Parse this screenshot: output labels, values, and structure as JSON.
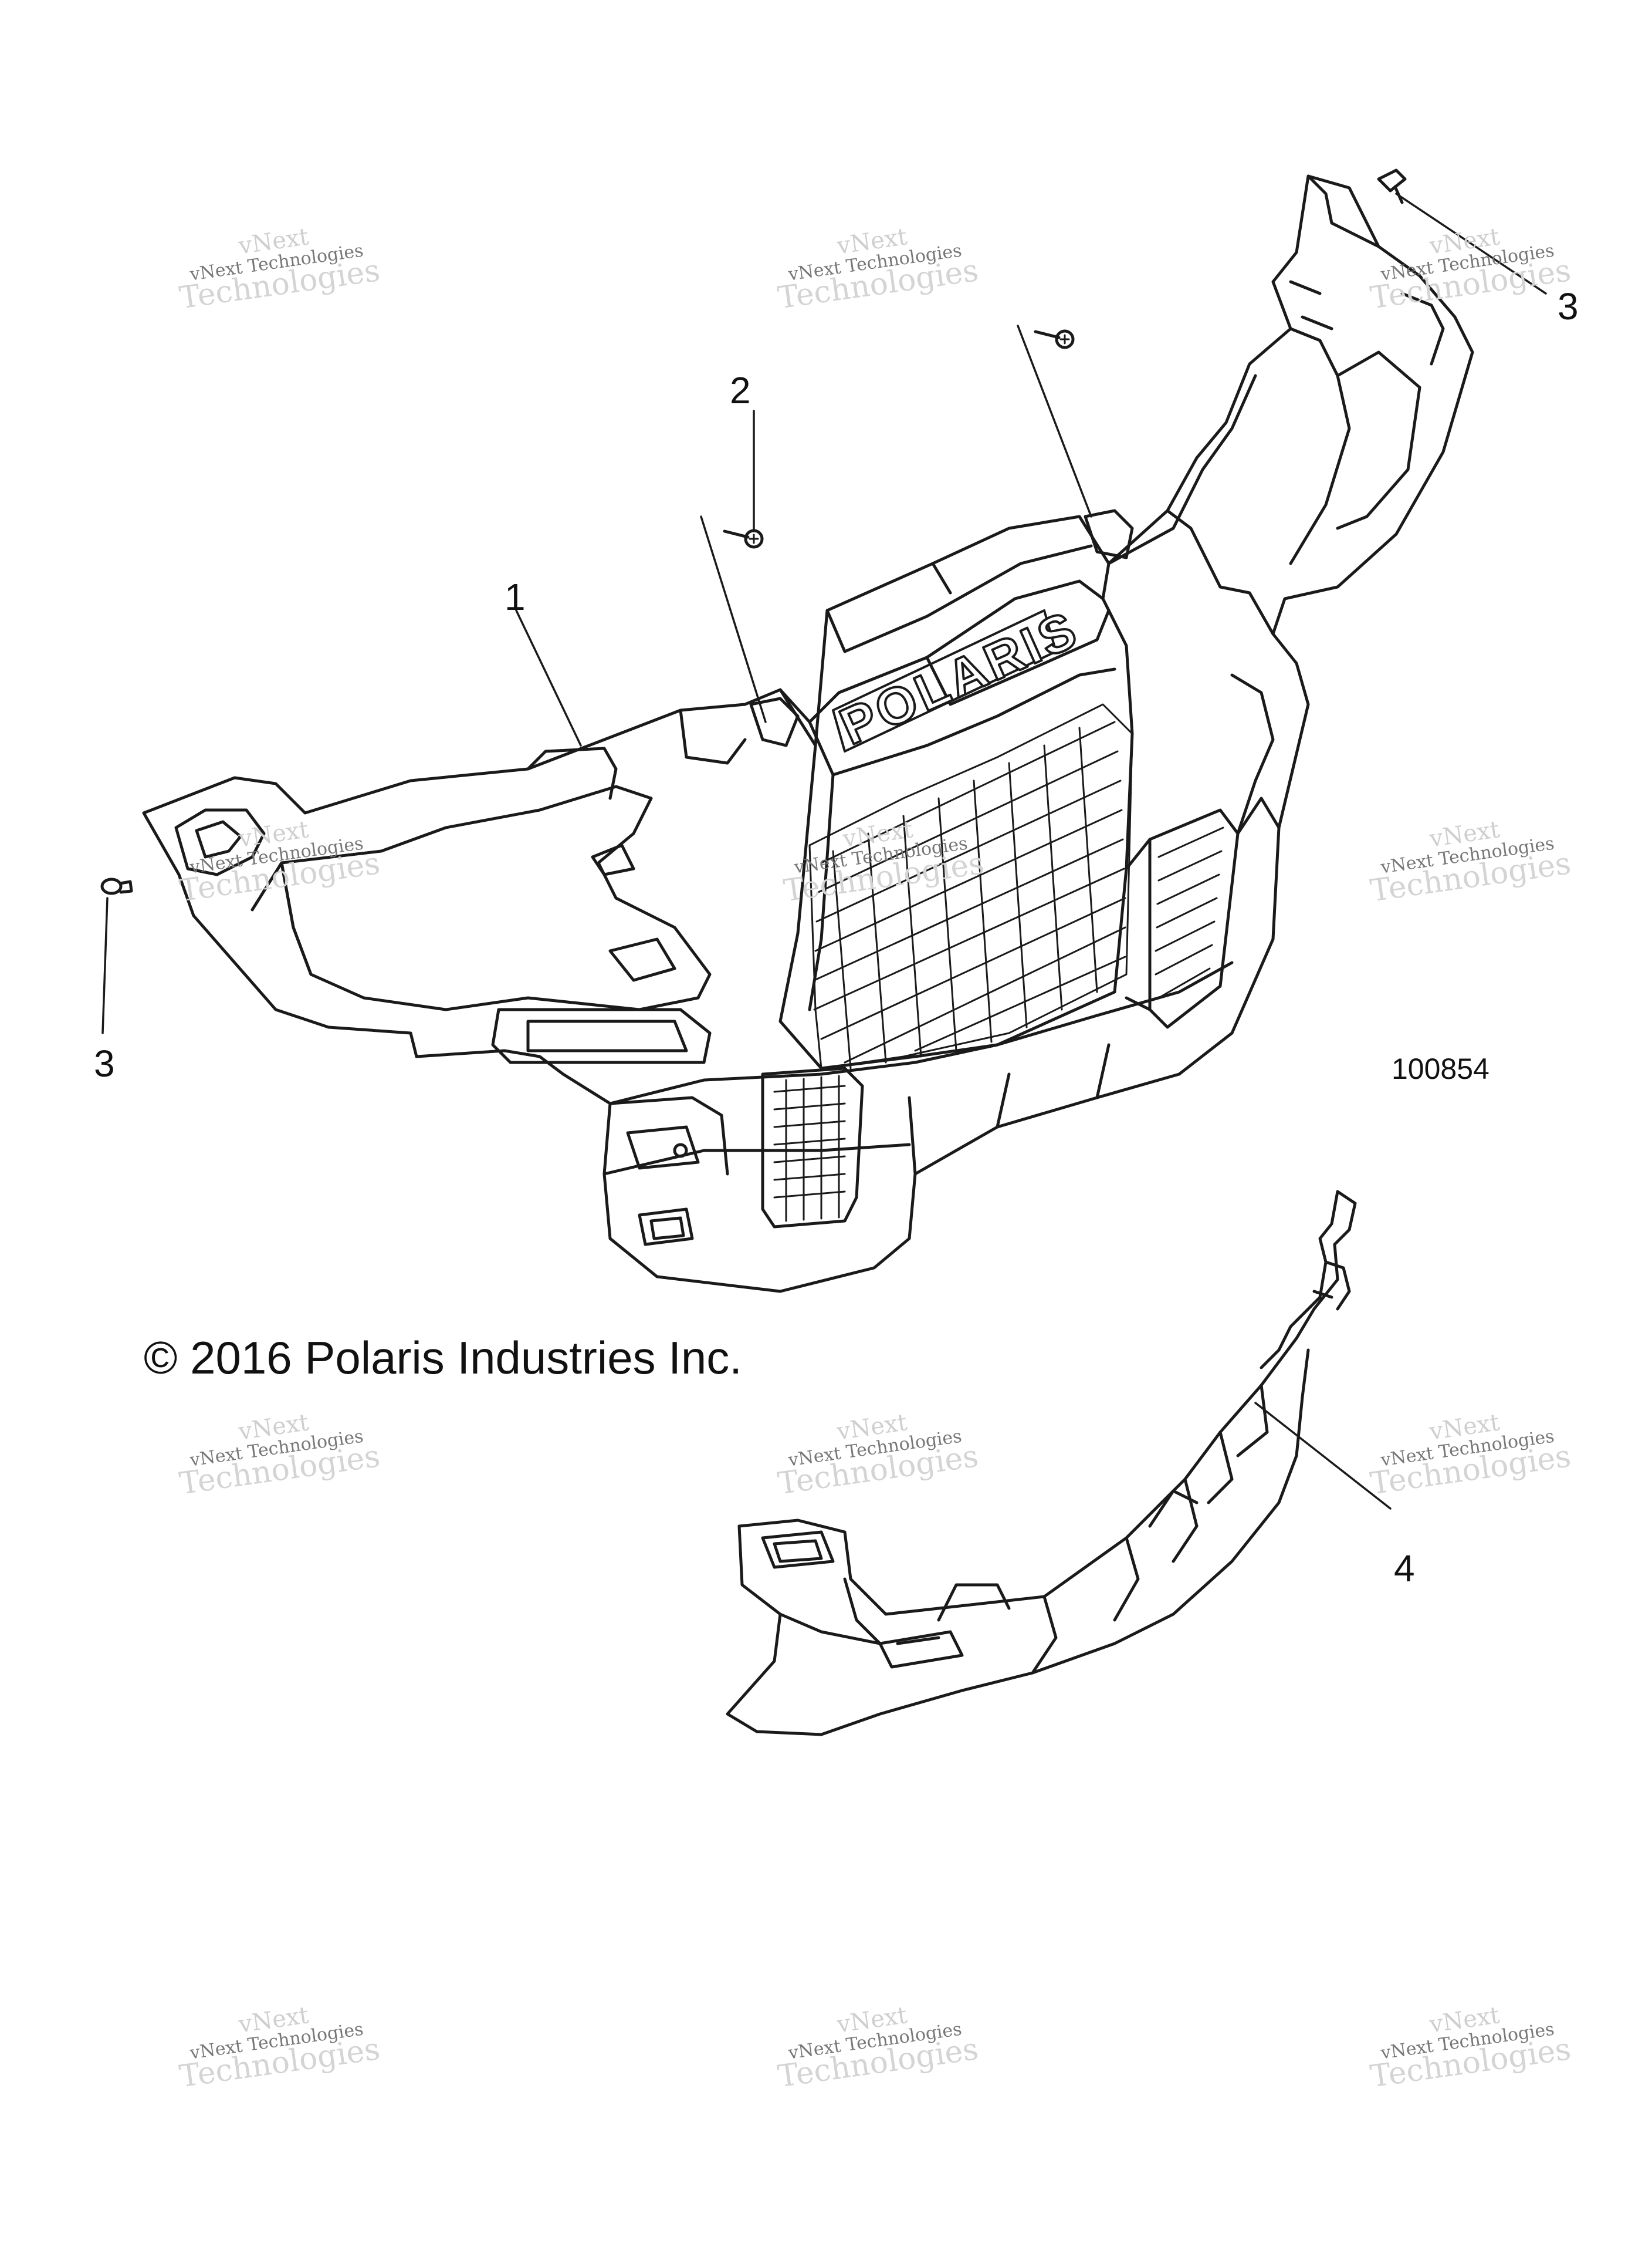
{
  "callouts": {
    "c1": "1",
    "c2": "2",
    "c3_left": "3",
    "c3_right": "3",
    "c4": "4"
  },
  "drawing_number": "100854",
  "copyright": "© 2016 Polaris Industries Inc.",
  "grille_logo_text": "POLARIS",
  "watermark": {
    "line1": "vNext",
    "line2": "vNext Technologies",
    "line3": "Technologies"
  },
  "colors": {
    "line": "#1a1a1a",
    "watermark": "#c8c8c8"
  }
}
